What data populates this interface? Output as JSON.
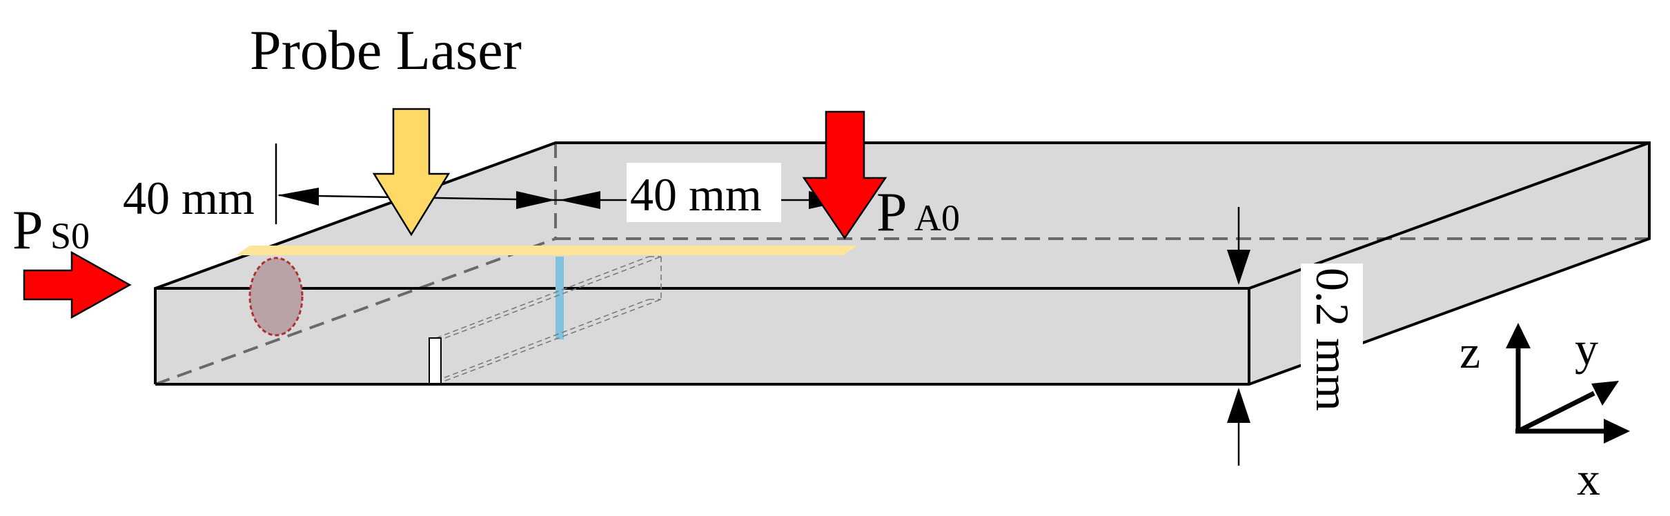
{
  "labels": {
    "probe_laser": "Probe Laser",
    "distance_left": "40 mm",
    "distance_right": "40 mm",
    "thickness": "0.2 mm",
    "signal_power_main": "P",
    "signal_power_sub": "S0",
    "pump_power_main": "P",
    "pump_power_sub": "A0",
    "axis_x": "x",
    "axis_y": "y",
    "axis_z": "z"
  },
  "colors": {
    "slab_fill": "#d9d9d9",
    "probe_arrow": "#ffd966",
    "pump_arrow": "#ff0000",
    "signal_arrow": "#ff0000",
    "probe_beam": "#ffe599",
    "marker_line": "#7fc4dc",
    "spot": "#b9a3a6"
  }
}
